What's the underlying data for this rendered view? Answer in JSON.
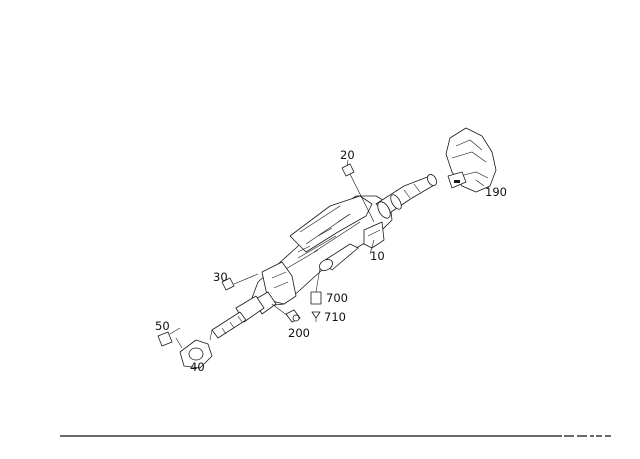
{
  "diagram": {
    "callouts": {
      "c20": "20",
      "c190": "190",
      "c10": "10",
      "c30": "30",
      "c700": "700",
      "c710": "710",
      "c50": "50",
      "c200": "200",
      "c40": "40"
    }
  }
}
